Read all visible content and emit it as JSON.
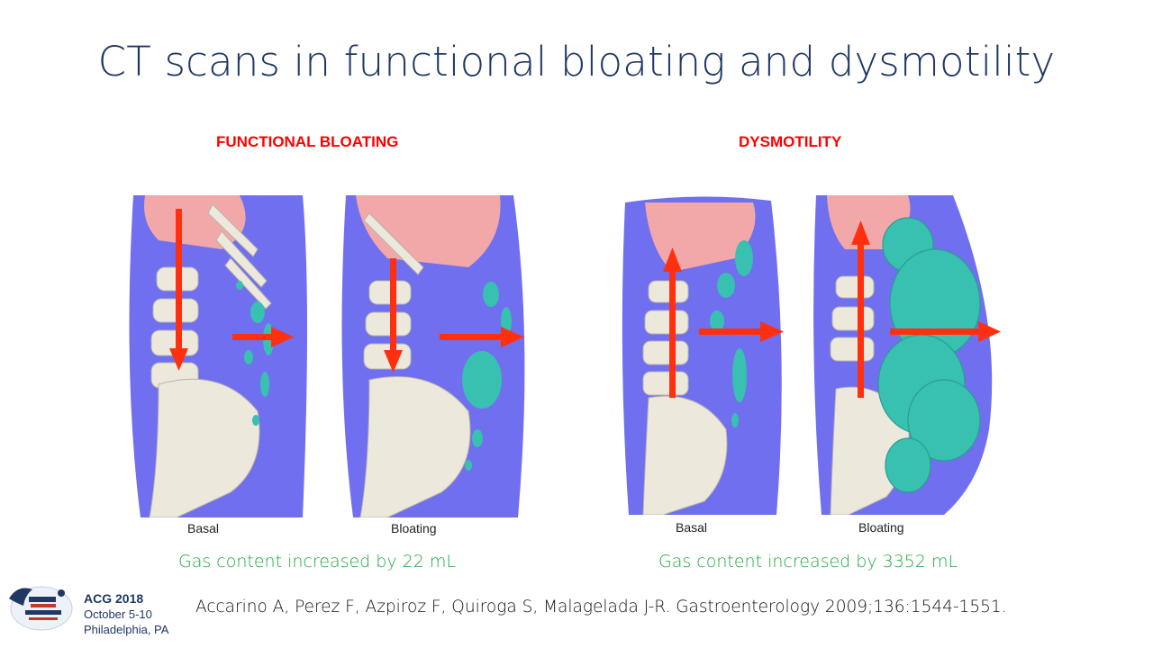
{
  "slide": {
    "title": "CT scans in functional bloating and dysmotility"
  },
  "panels": [
    {
      "heading": "FUNCTIONAL BLOATING",
      "scans": [
        {
          "caption": "Basal"
        },
        {
          "caption": "Bloating"
        }
      ],
      "gas_note": "Gas content increased by 22 mL"
    },
    {
      "heading": "DYSMOTILITY",
      "scans": [
        {
          "caption": "Basal"
        },
        {
          "caption": "Bloating"
        }
      ],
      "gas_note": "Gas content increased by 3352 mL"
    }
  ],
  "citation": "Accarino A, Perez F, Azpiroz F, Quiroga S, Malagelada J-R. Gastroenterology 2009;136:1544-1551.",
  "conference": {
    "name": "ACG 2018",
    "dates": "October 5-10",
    "location": "Philadelphia, PA"
  },
  "colors": {
    "title": "#1f3864",
    "heading": "#ff0000",
    "gas_note": "#20a840",
    "body_shell": "#6f6ff0",
    "gas": "#38c0b0",
    "arrow": "#ff3010"
  }
}
